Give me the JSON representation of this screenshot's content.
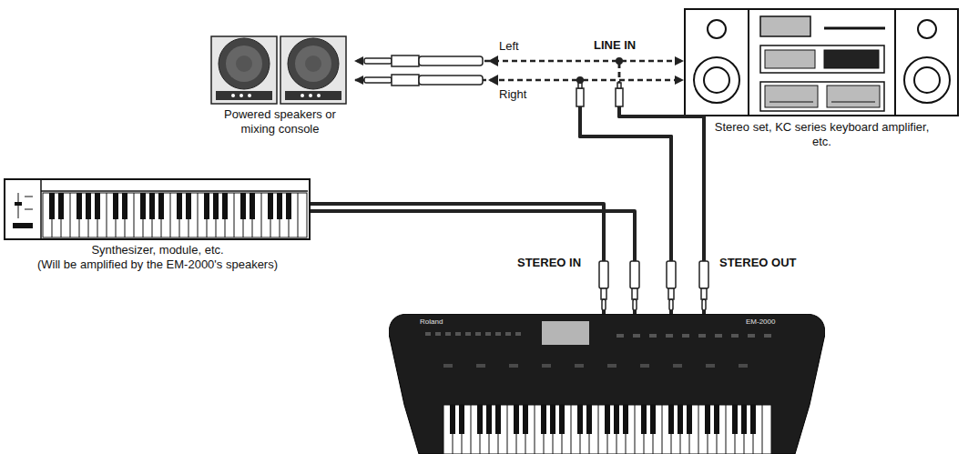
{
  "diagram": {
    "nodes": [
      {
        "text": [
          "Powered speakers or mixing console"
        ]
      },
      {
        "text": [
          "Stereo set, KC series keyboard amplifier, etc."
        ]
      },
      {
        "text": [
          "Synthesizer, module, etc.",
          "(Will be amplified by the EM-2000's speakers)"
        ]
      },
      {
        "text": [
          "Roland",
          "EM-2000"
        ]
      }
    ],
    "edges": [
      {
        "from": 2,
        "to": 3,
        "arrow": "none"
      },
      {
        "from": 2,
        "to": 3,
        "arrow": "none"
      },
      {
        "from": 3,
        "to": 0,
        "arrow": "to"
      },
      {
        "from": 3,
        "to": 1,
        "arrow": "to"
      },
      {
        "from": 3,
        "to": 0,
        "arrow": "to"
      },
      {
        "from": 3,
        "to": 1,
        "arrow": "to"
      }
    ],
    "labels": [
      "Left",
      "LINE IN",
      "Right",
      "STEREO IN",
      "STEREO OUT"
    ]
  }
}
